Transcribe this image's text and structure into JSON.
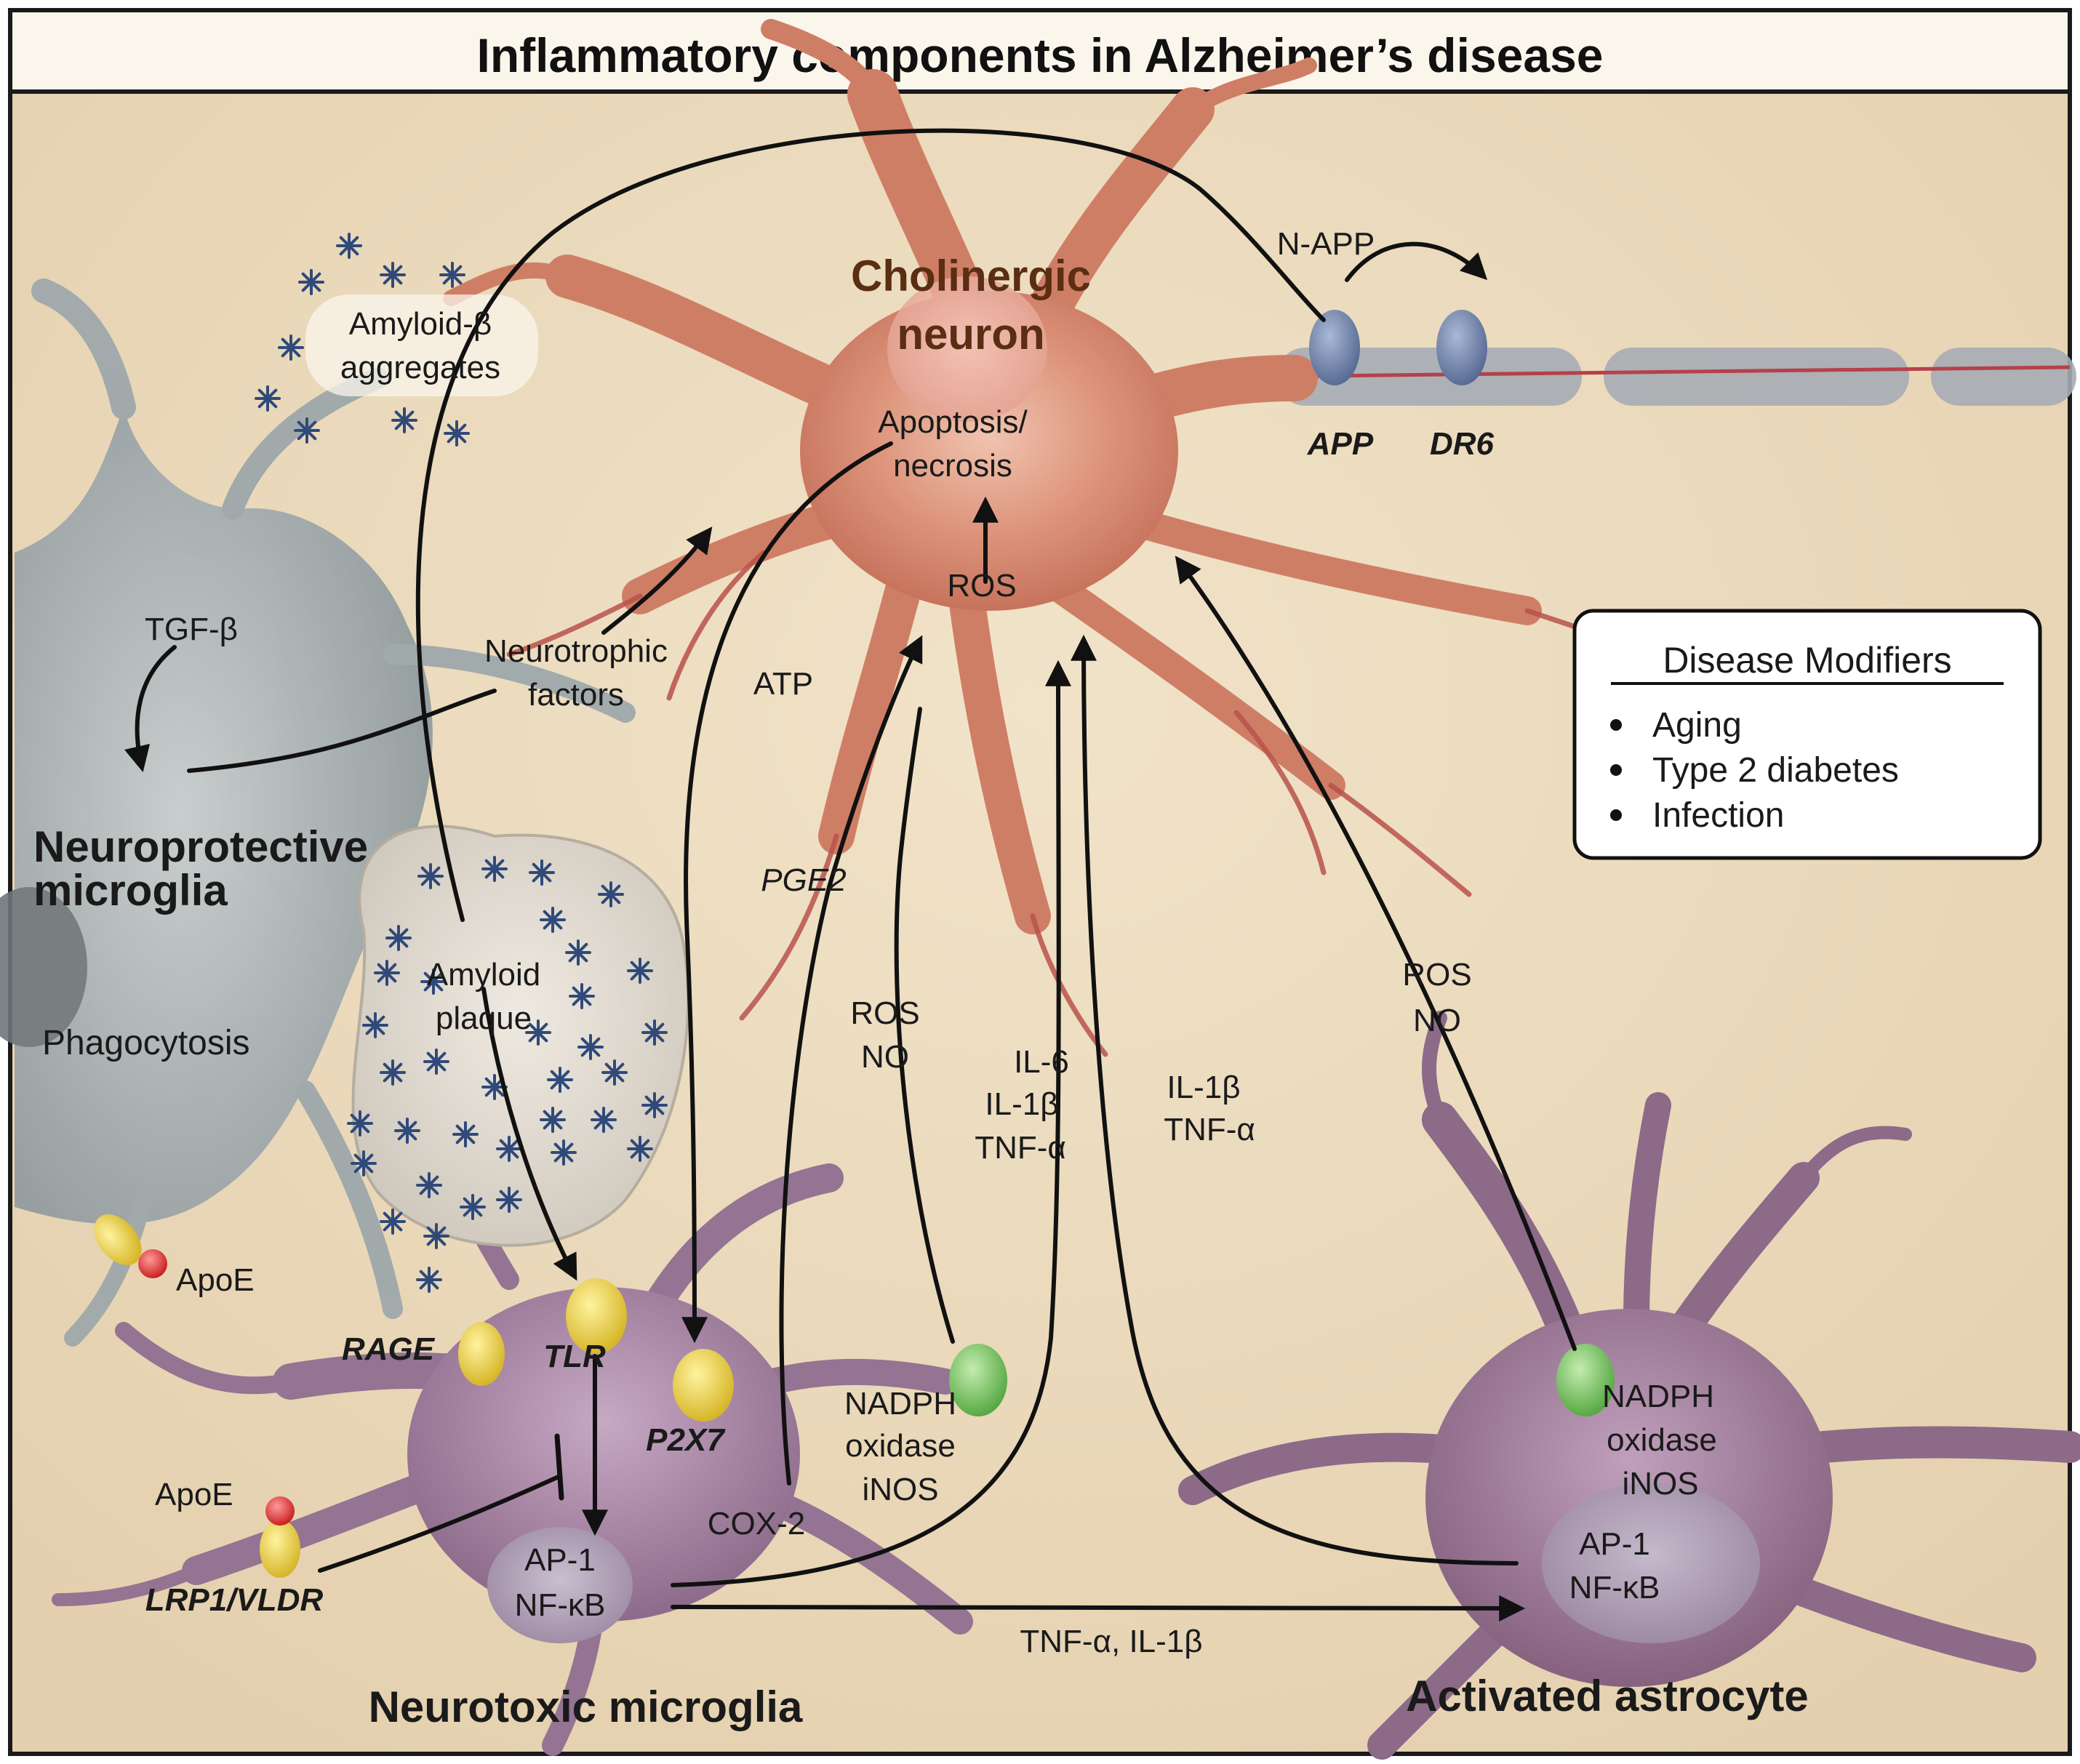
{
  "title": "Inflammatory components in Alzheimer’s disease",
  "neuron": {
    "name_line1": "Cholinergic",
    "name_line2": "neuron",
    "apoptosis_line1": "Apoptosis/",
    "apoptosis_line2": "necrosis",
    "ros": "ROS"
  },
  "axon": {
    "napp": "N-APP",
    "app": "APP",
    "dr6": "DR6"
  },
  "amyloid_aggregates": {
    "line1": "Amyloid-β",
    "line2": "aggregates"
  },
  "amyloid_plaque": {
    "line1": "Amyloid",
    "line2": "plaque"
  },
  "neuroprotective": {
    "tgf": "TGF-β",
    "neurotrophic_line1": "Neurotrophic",
    "neurotrophic_line2": "factors",
    "name_line1": "Neuroprotective",
    "name_line2": "microglia",
    "phagocytosis": "Phagocytosis",
    "apoe": "ApoE"
  },
  "neurotoxic": {
    "name": "Neurotoxic microglia",
    "rage": "RAGE",
    "tlr": "TLR",
    "p2x7": "P2X7",
    "apoe": "ApoE",
    "lrp1": "LRP1/VLDR",
    "ap1": "AP-1",
    "nfkb": "NF-κB",
    "cox2": "COX-2",
    "nadph": "NADPH",
    "oxidase": "oxidase",
    "inos": "iNOS"
  },
  "mediators": {
    "atp": "ATP",
    "pge2": "PGE2",
    "ros": "ROS",
    "no": "NO",
    "il6": "IL-6",
    "il1b": "IL-1β",
    "tnfa": "TNF-α",
    "il1b_2": "IL-1β",
    "tnfa_2": "TNF-α",
    "ros_2": "ROS",
    "no_2": "NO",
    "tnf_il1b": "TNF-α, IL-1β"
  },
  "astrocyte": {
    "name": "Activated astrocyte",
    "nadph": "NADPH",
    "oxidase": "oxidase",
    "inos": "iNOS",
    "ap1": "AP-1",
    "nfkb": "NF-κB"
  },
  "modifiers": {
    "title": "Disease Modifiers",
    "items": [
      "Aging",
      "Type 2 diabetes",
      "Infection"
    ]
  },
  "colors": {
    "background": "#ecdcc0",
    "neuron": "#d48a72",
    "neuron_dendrite": "#b8524a",
    "microglia_protective": "#9ea7ab",
    "microglia_toxic": "#9a7a98",
    "astrocyte": "#93718f",
    "receptor_yellow": "#e8cf3a",
    "receptor_green": "#6fbf5a",
    "receptor_blue": "#6c80a8",
    "amyloid_star": "#2f4a7a"
  }
}
